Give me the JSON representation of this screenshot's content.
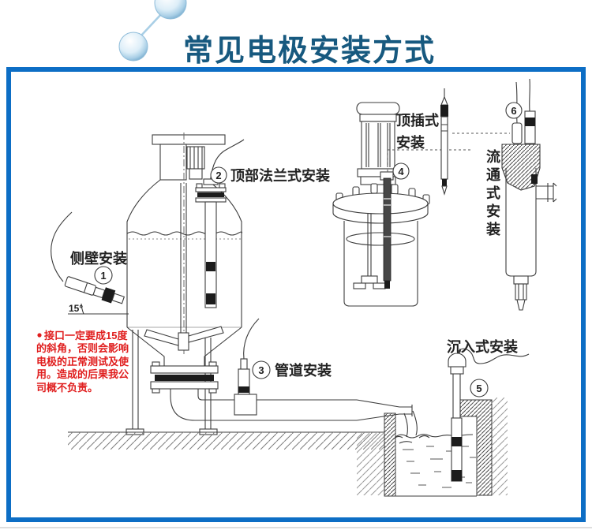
{
  "title": "常见电极安装方式",
  "colors": {
    "frame": "#0d6ec5",
    "title": "#17597f",
    "warning": "#e01e1e",
    "line": "#3c3c3c"
  },
  "warning": {
    "bullet": "•",
    "lines": [
      "接口一定要成15度",
      "的斜角，否则会影响",
      "电极的正常测试及使",
      "用。造成的后果我公",
      "司概不负责。"
    ]
  },
  "angle_label": "15°",
  "installations": {
    "side_wall": {
      "number": "1",
      "label": "侧壁安装"
    },
    "top_flange": {
      "number": "2",
      "label": "顶部法兰式安装"
    },
    "pipe": {
      "number": "3",
      "label": "管道安装"
    },
    "top_insert": {
      "number": "4",
      "label_line1": "顶插式",
      "label_line2": "安装"
    },
    "submerged": {
      "number": "5",
      "label": "沉入式安装"
    },
    "flow_through": {
      "number": "6",
      "chars": [
        "流",
        "通",
        "式",
        "安",
        "装"
      ]
    }
  }
}
